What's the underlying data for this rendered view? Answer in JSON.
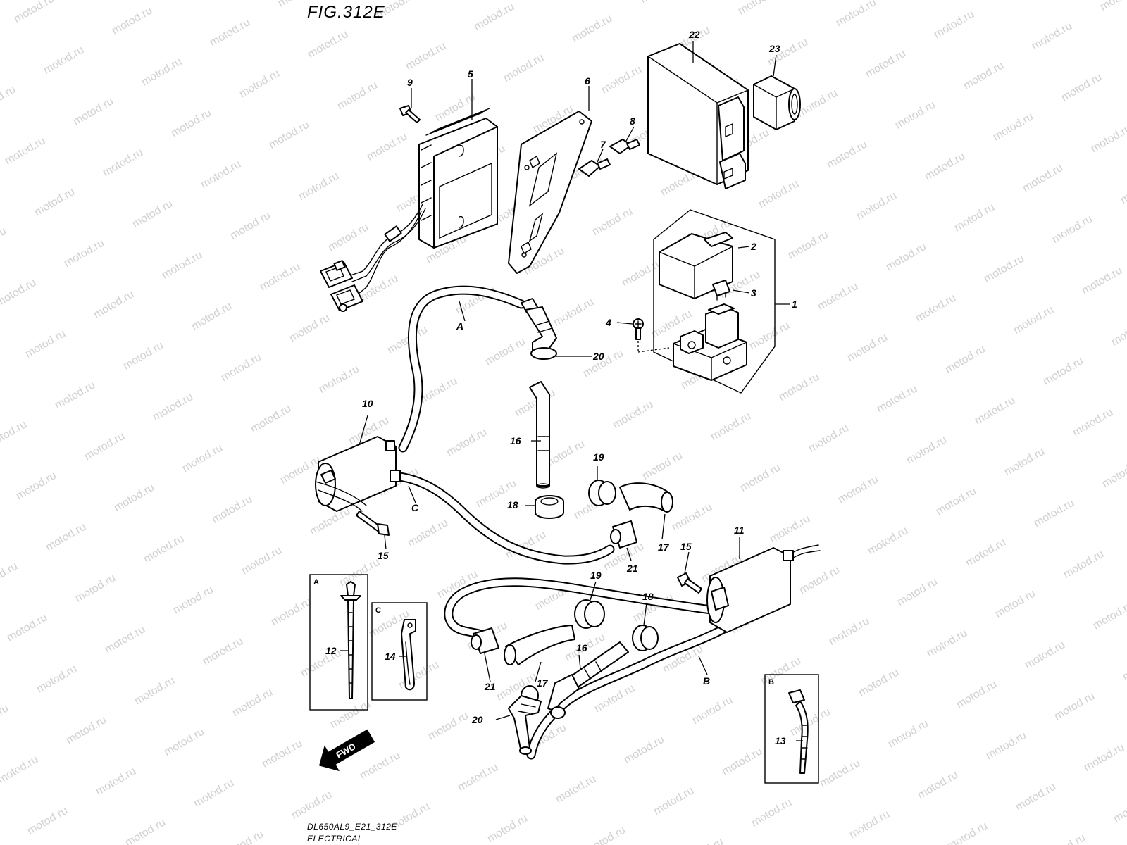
{
  "figure": {
    "title": "FIG.312E",
    "model_code": "DL650AL9_E21_312E",
    "section_name": "ELECTRICAL",
    "watermark_text": "motod.ru",
    "fwd_label": "FWD"
  },
  "callouts": [
    {
      "id": "c1",
      "label": "1"
    },
    {
      "id": "c2",
      "label": "2"
    },
    {
      "id": "c3",
      "label": "3"
    },
    {
      "id": "c4",
      "label": "4"
    },
    {
      "id": "c5",
      "label": "5"
    },
    {
      "id": "c6",
      "label": "6"
    },
    {
      "id": "c7",
      "label": "7"
    },
    {
      "id": "c8",
      "label": "8"
    },
    {
      "id": "c9",
      "label": "9"
    },
    {
      "id": "c10",
      "label": "10"
    },
    {
      "id": "c11",
      "label": "11"
    },
    {
      "id": "c12",
      "label": "12"
    },
    {
      "id": "c13",
      "label": "13"
    },
    {
      "id": "c14",
      "label": "14"
    },
    {
      "id": "c15a",
      "label": "15"
    },
    {
      "id": "c15b",
      "label": "15"
    },
    {
      "id": "c16a",
      "label": "16"
    },
    {
      "id": "c16b",
      "label": "16"
    },
    {
      "id": "c17a",
      "label": "17"
    },
    {
      "id": "c17b",
      "label": "17"
    },
    {
      "id": "c18a",
      "label": "18"
    },
    {
      "id": "c18b",
      "label": "18"
    },
    {
      "id": "c19a",
      "label": "19"
    },
    {
      "id": "c19b",
      "label": "19"
    },
    {
      "id": "c20a",
      "label": "20"
    },
    {
      "id": "c20b",
      "label": "20"
    },
    {
      "id": "c21a",
      "label": "21"
    },
    {
      "id": "c21b",
      "label": "21"
    },
    {
      "id": "c22",
      "label": "22"
    },
    {
      "id": "c23",
      "label": "23"
    },
    {
      "id": "cA",
      "label": "A"
    },
    {
      "id": "cB",
      "label": "B"
    },
    {
      "id": "cC",
      "label": "C"
    }
  ],
  "detail_boxes": [
    {
      "id": "boxA",
      "label": "A"
    },
    {
      "id": "boxB",
      "label": "B"
    },
    {
      "id": "boxC",
      "label": "C"
    }
  ]
}
